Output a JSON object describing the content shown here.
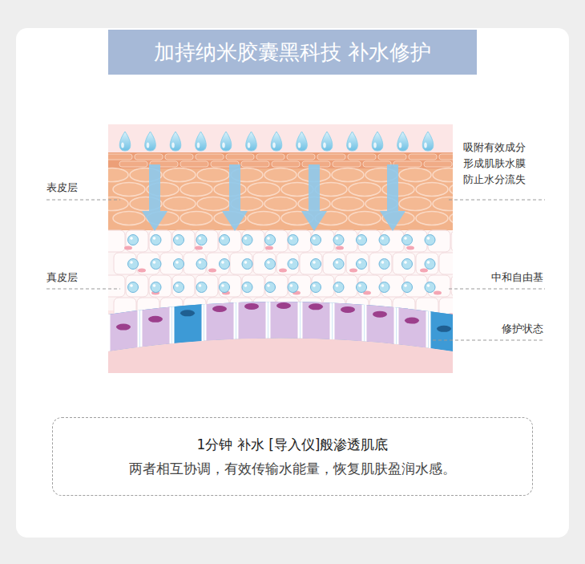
{
  "diagram": {
    "title": "加持纳米胶囊黑科技 补水修护",
    "nodes": [
      {
        "text": [
          "1分钟 补水 [导入仪]般渗透肌底",
          "两者相互协调，有效传输水能量，恢复肌肤盈润水感。"
        ]
      }
    ],
    "labels": [
      "吸附有效成分 形成肌肤水膜 防止水分流失",
      "表皮层",
      "真皮层",
      "中和自由基",
      "修护状态"
    ]
  }
}
